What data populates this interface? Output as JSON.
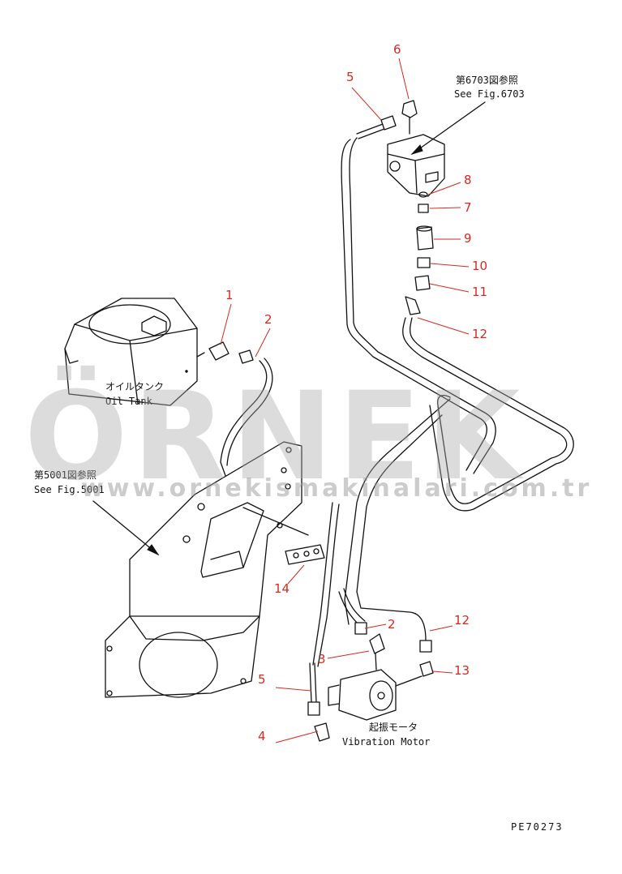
{
  "references": {
    "top_jp": "第6703図参照",
    "top_en": "See Fig.6703",
    "left_jp": "第5001図参照",
    "left_en": "See Fig.5001"
  },
  "components": {
    "oil_tank_jp": "オイルタンク",
    "oil_tank_en": "Oil Tank",
    "motor_jp": "起振モータ",
    "motor_en": "Vibration Motor"
  },
  "watermark": {
    "brand": "ÖRNEK",
    "url": "www.ornekismakinalari.com.tr"
  },
  "drawing_code": "PE70273",
  "callouts": [
    "1",
    "2",
    "2",
    "3",
    "4",
    "5",
    "5",
    "6",
    "7",
    "8",
    "9",
    "10",
    "11",
    "12",
    "12",
    "13",
    "14"
  ],
  "colors": {
    "callout": "#d62a1e",
    "line": "#111111",
    "watermark": "#a9a9a9"
  }
}
